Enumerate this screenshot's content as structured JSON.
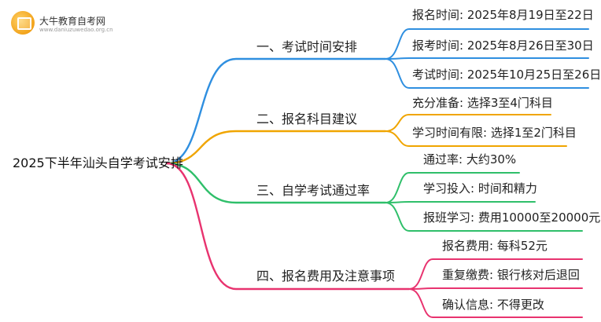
{
  "logo": {
    "title": "大牛教育自考网",
    "url": "www.daniuzuwedao.org.cn",
    "icon": "book-badge-icon"
  },
  "root": "2025下半年汕头自学考试安排",
  "colors": {
    "branch1": "#2f8fe0",
    "branch2": "#f0a500",
    "branch3": "#2fbf6a",
    "branch4": "#e8336f"
  },
  "branches": [
    {
      "label": "一、考试时间安排",
      "leaves": [
        "报名时间: 2025年8月19日至22日",
        "报考时间: 2025年8月26日至30日",
        "考试时间: 2025年10月25日至26日"
      ]
    },
    {
      "label": "二、报名科目建议",
      "leaves": [
        "充分准备: 选择3至4门科目",
        "学习时间有限: 选择1至2门科目"
      ]
    },
    {
      "label": "三、自学考试通过率",
      "leaves": [
        "通过率: 大约30%",
        "学习投入: 时间和精力",
        "报班学习: 费用10000至20000元"
      ]
    },
    {
      "label": "四、报名费用及注意事项",
      "leaves": [
        "报名费用: 每科52元",
        "重复缴费: 银行核对后退回",
        "确认信息: 不得更改"
      ]
    }
  ]
}
